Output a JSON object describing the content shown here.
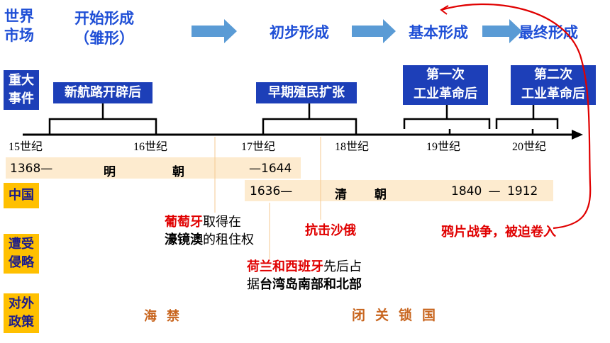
{
  "world_market": {
    "label_line1": "世界",
    "label_line2": "市场",
    "stage1_line1": "开始形成",
    "stage1_line2": "（雏形）",
    "stage2": "初步形成",
    "stage3": "基本形成",
    "stage4": "最终形成"
  },
  "events": {
    "label_line1": "重大",
    "label_line2": "事件",
    "e1": "新航路开辟后",
    "e2": "早期殖民扩张",
    "e3_line1": "第一次",
    "e3_line2": "工业革命后",
    "e4_line1": "第二次",
    "e4_line2": "工业革命后"
  },
  "timeline": {
    "ticks": [
      "15世纪",
      "16世纪",
      "17世纪",
      "18世纪",
      "19世纪",
      "20世纪"
    ]
  },
  "china": {
    "label": "中国",
    "ming_start": "1368—",
    "ming_c1": "明",
    "ming_c2": "朝",
    "ming_end": "—1644",
    "qing_start": "1636—",
    "qing_c1": "清",
    "qing_c2": "朝",
    "qing_end": "1840 — 1912"
  },
  "aggression": {
    "label_line1": "遭受",
    "label_line2": "侵略",
    "portugal_red": "葡萄牙",
    "portugal_rest": "取得在",
    "macau_bold": "濠镜澳",
    "macau_rest": "的租住权",
    "russia": "抗击沙俄",
    "dutch_red": "荷兰和西班牙",
    "dutch_rest": "先后占",
    "taiwan_pre": "据",
    "taiwan_bold": "台湾岛南部和北部",
    "opium": "鸦片战争，被迫卷入"
  },
  "policy": {
    "label_line1": "对外",
    "label_line2": "政策",
    "haijin": "海禁",
    "closed": "闭关锁国"
  },
  "colors": {
    "blue_box": "#1d3fb8",
    "yellow_box": "#ffc000",
    "band": "#fdebcf",
    "accent_red": "#e00000",
    "arrow": "#5a9bd5"
  }
}
